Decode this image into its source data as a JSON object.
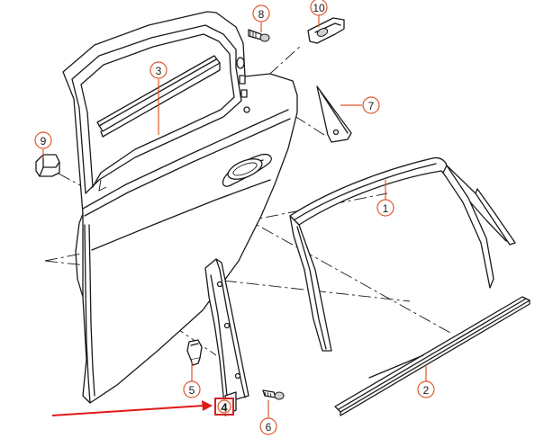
{
  "diagram": {
    "callouts": [
      {
        "id": "1",
        "label": "1"
      },
      {
        "id": "2",
        "label": "2"
      },
      {
        "id": "3",
        "label": "3"
      },
      {
        "id": "4",
        "label": "4"
      },
      {
        "id": "5",
        "label": "5"
      },
      {
        "id": "6",
        "label": "6"
      },
      {
        "id": "7",
        "label": "7"
      },
      {
        "id": "8",
        "label": "8"
      },
      {
        "id": "9",
        "label": "9"
      },
      {
        "id": "10",
        "label": "10"
      }
    ],
    "highlighted_callout": "4",
    "colors": {
      "callout_ring": "#e0562a",
      "highlight_box": "#d42020",
      "pointer_arrow": "#e01818",
      "linework": "#1a1a1a"
    }
  }
}
